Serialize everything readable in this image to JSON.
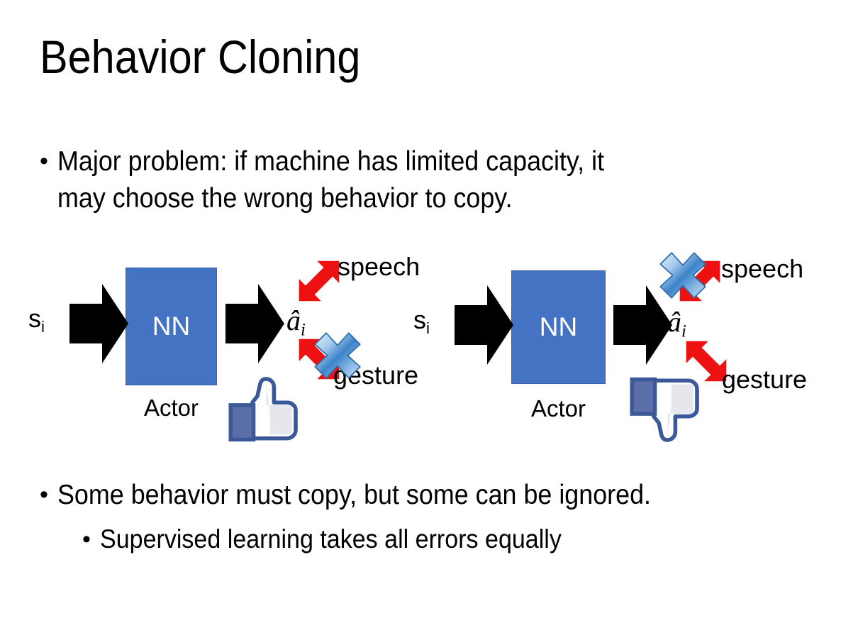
{
  "slide": {
    "title": "Behavior Cloning",
    "background_color": "#FFFFFF",
    "bullets": [
      {
        "level": 1,
        "marker": "•",
        "text": "Major problem: if machine has limited capacity, it\nmay choose the wrong behavior to copy."
      },
      {
        "level": 1,
        "marker": "•",
        "text": "Some behavior must copy, but some can be ignored."
      },
      {
        "level": 2,
        "marker": "•",
        "text": "Supervised learning takes all errors equally"
      }
    ]
  },
  "colors": {
    "nn_box_fill": "#4573C4",
    "nn_box_border": "#3A63AD",
    "arrow_black": "#000000",
    "arrow_red": "#EE1111",
    "cross_blue_light": "#CFE2F7",
    "cross_blue_mid": "#5B9BD5",
    "cross_blue_dark": "#2E75B6",
    "thumb_outline": "#3B5998",
    "thumb_cuff": "#5B6EA8",
    "thumb_fill": "#FFFFFF",
    "thumb_shade": "#E4E6EB",
    "text": "#000000"
  },
  "diagrams": [
    {
      "id": "left",
      "input_label": "s",
      "input_subscript": "i",
      "box_label": "NN",
      "box_caption": "Actor",
      "output_label": "â",
      "output_subscript": "i",
      "branches": [
        {
          "name": "speech",
          "label": "speech",
          "direction": "up-right",
          "crossed": false
        },
        {
          "name": "gesture",
          "label": "gesture",
          "direction": "down-right",
          "crossed": true
        }
      ],
      "feedback_icon": "thumbs-up-icon",
      "feedback_sentiment": "positive"
    },
    {
      "id": "right",
      "input_label": "s",
      "input_subscript": "i",
      "box_label": "NN",
      "box_caption": "Actor",
      "output_label": "â",
      "output_subscript": "i",
      "branches": [
        {
          "name": "speech",
          "label": "speech",
          "direction": "up-right",
          "crossed": true
        },
        {
          "name": "gesture",
          "label": "gesture",
          "direction": "down-right",
          "crossed": false
        }
      ],
      "feedback_icon": "thumbs-down-icon",
      "feedback_sentiment": "negative"
    }
  ]
}
